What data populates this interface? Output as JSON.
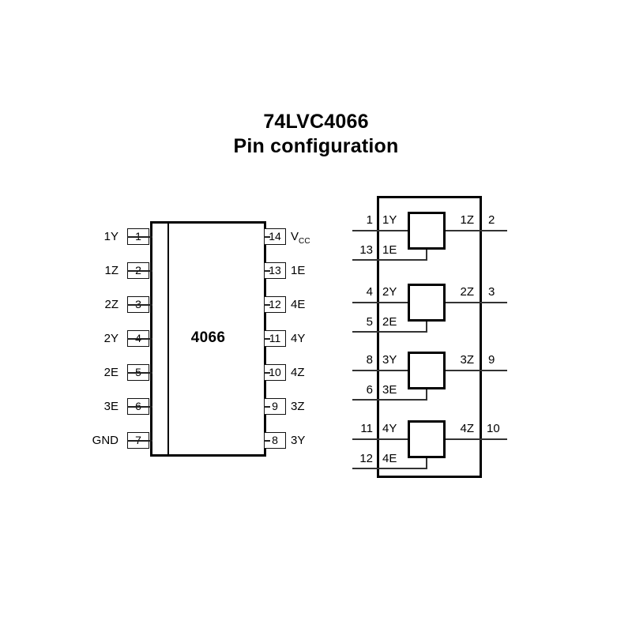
{
  "title": {
    "line1": "74LVC4066",
    "line2": "Pin configuration"
  },
  "package_diagram": {
    "part_label": "4066",
    "left_pins": [
      {
        "number": "1",
        "name": "1Y"
      },
      {
        "number": "2",
        "name": "1Z"
      },
      {
        "number": "3",
        "name": "2Z"
      },
      {
        "number": "4",
        "name": "2Y"
      },
      {
        "number": "5",
        "name": "2E"
      },
      {
        "number": "6",
        "name": "3E"
      },
      {
        "number": "7",
        "name": "GND"
      }
    ],
    "right_pins": [
      {
        "number": "14",
        "name": "V",
        "subscript": "CC"
      },
      {
        "number": "13",
        "name": "1E",
        "subscript": ""
      },
      {
        "number": "12",
        "name": "4E",
        "subscript": ""
      },
      {
        "number": "11",
        "name": "4Y",
        "subscript": ""
      },
      {
        "number": "10",
        "name": "4Z",
        "subscript": ""
      },
      {
        "number": "9",
        "name": "3Z",
        "subscript": ""
      },
      {
        "number": "8",
        "name": "3Y",
        "subscript": ""
      }
    ]
  },
  "logic_diagram": {
    "switches": [
      {
        "in_pin": "1",
        "in_name": "1Y",
        "out_name": "1Z",
        "out_pin": "2",
        "en_pin": "13",
        "en_name": "1E"
      },
      {
        "in_pin": "4",
        "in_name": "2Y",
        "out_name": "2Z",
        "out_pin": "3",
        "en_pin": "5",
        "en_name": "2E"
      },
      {
        "in_pin": "8",
        "in_name": "3Y",
        "out_name": "3Z",
        "out_pin": "9",
        "en_pin": "6",
        "en_name": "3E"
      },
      {
        "in_pin": "11",
        "in_name": "4Y",
        "out_name": "4Z",
        "out_pin": "10",
        "en_pin": "12",
        "en_name": "4E"
      }
    ]
  },
  "colors": {
    "background": "#ffffff",
    "ink": "#000000",
    "line": "#333333"
  }
}
